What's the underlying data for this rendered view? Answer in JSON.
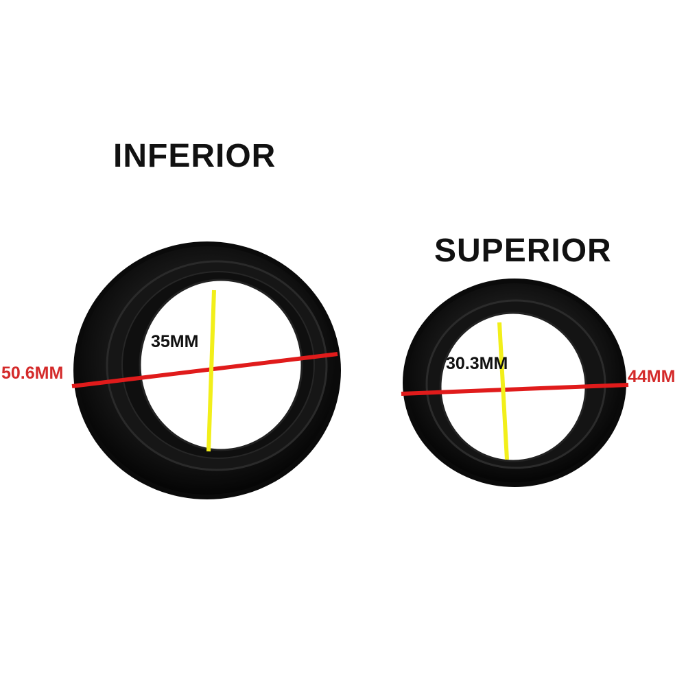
{
  "seals": {
    "inferior": {
      "title": "INFERIOR",
      "outer_diameter": "50.6MM",
      "inner_diameter": "35MM"
    },
    "superior": {
      "title": "SUPERIOR",
      "outer_diameter": "44MM",
      "inner_diameter": "30.3MM"
    }
  },
  "colors": {
    "background": "#ffffff",
    "seal": "#0d0d0d",
    "outer_line": "#e01b1b",
    "inner_line": "#f2ef1a",
    "outer_text": "#d42a2a",
    "inner_text": "#111111"
  }
}
